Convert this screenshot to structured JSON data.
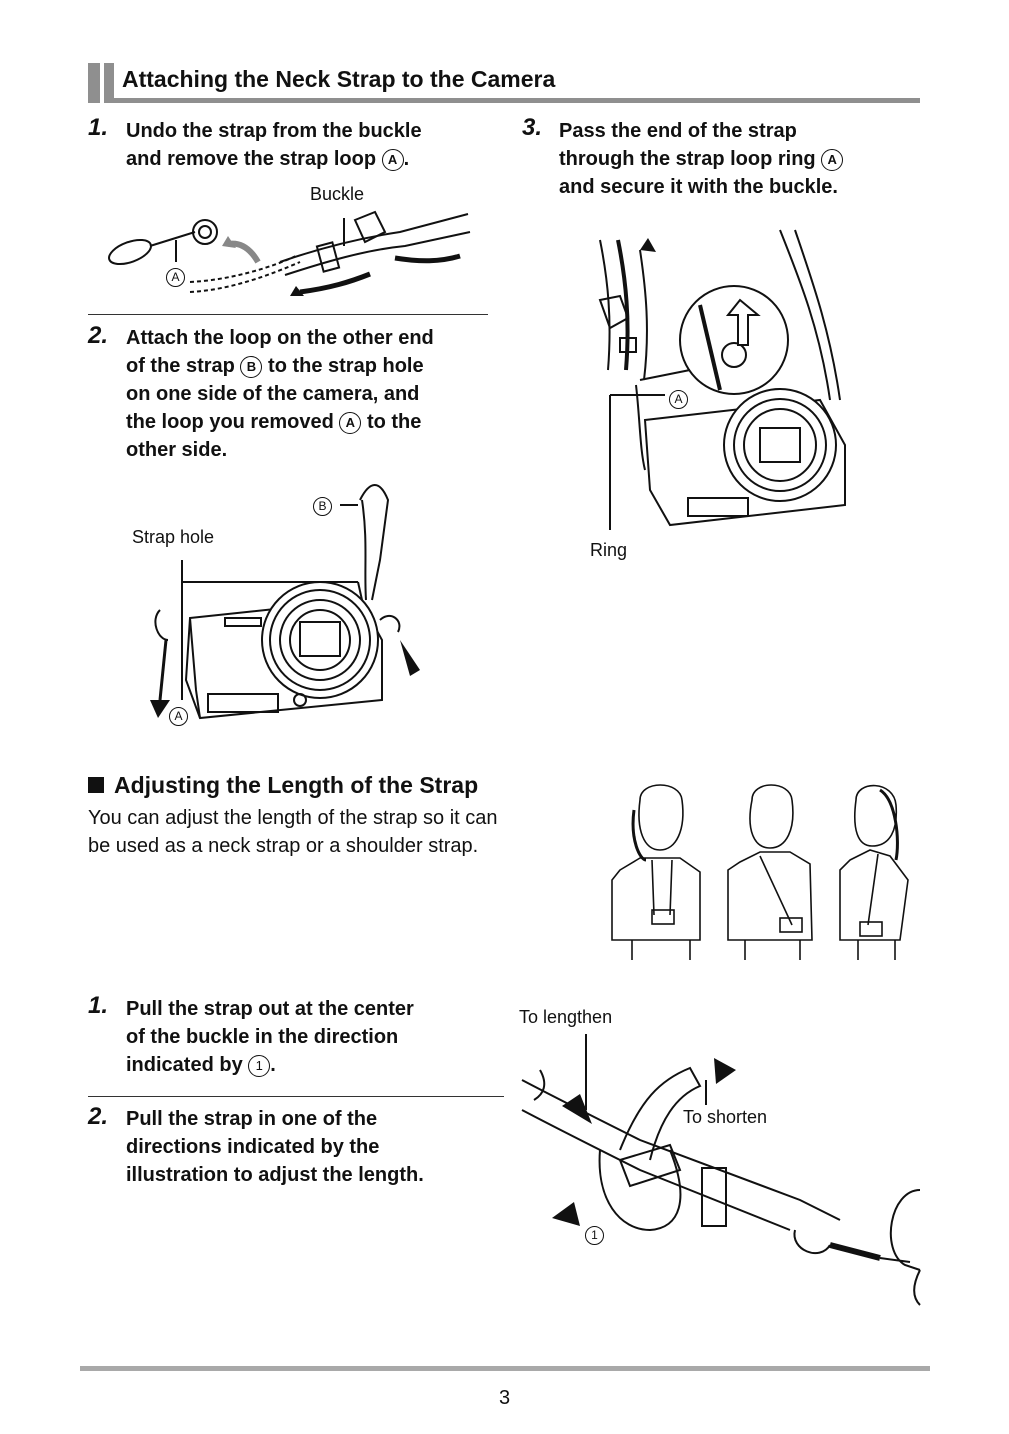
{
  "section": {
    "title": "Attaching the Neck Strap to the Camera"
  },
  "steps_attach": [
    {
      "number": "1.",
      "text_a": "Undo the strap from the buckle",
      "text_b": "and remove the strap loop",
      "marker": "A",
      "end": "."
    },
    {
      "number": "2.",
      "line1a": "Attach the loop on the other end",
      "line2a": "of the strap",
      "line2marker": "B",
      "line2b": "to the strap hole",
      "line3": "on one side of the camera, and",
      "line4a": "the loop you removed",
      "line4marker": "A",
      "line4b": "to the",
      "line5": "other side."
    },
    {
      "number": "3.",
      "line1": "Pass the end of the strap",
      "line2a": "through the strap loop ring",
      "line2marker": "A",
      "line3": "and secure it with the buckle."
    }
  ],
  "figure_labels": {
    "buckle": "Buckle",
    "marker_a": "A",
    "marker_b": "B",
    "strap_hole": "Strap hole",
    "ring": "Ring",
    "to_lengthen": "To lengthen",
    "to_shorten": "To shorten",
    "marker_1": "1"
  },
  "adjust": {
    "title": "Adjusting the Length of the Strap",
    "desc_line1": "You can adjust the length of the strap so it can",
    "desc_line2": "be used as a neck strap or a shoulder strap."
  },
  "steps_adjust": [
    {
      "number": "1.",
      "line1": "Pull the strap out at the center",
      "line2": "of the buckle in the direction",
      "line3a": "indicated by",
      "marker": "1",
      "end": "."
    },
    {
      "number": "2.",
      "line1": "Pull the strap in one of the",
      "line2": "directions indicated by the",
      "line3": "illustration to adjust the length."
    }
  ],
  "footer": {
    "page_number": "3"
  }
}
